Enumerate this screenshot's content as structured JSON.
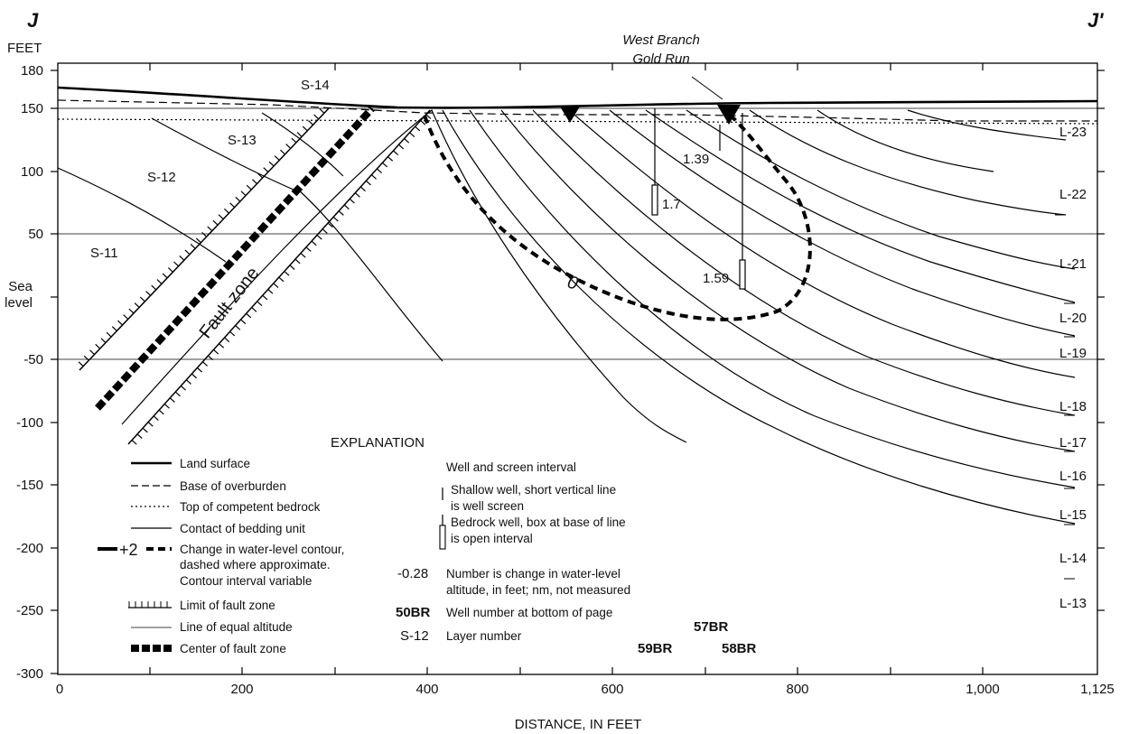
{
  "section": {
    "left_label": "J",
    "right_label": "J'"
  },
  "yaxis": {
    "unit": "FEET",
    "ticks": [
      "180",
      "150",
      "100",
      "50",
      "Sea",
      "level",
      "-50",
      "-100",
      "-150",
      "-200",
      "-250",
      "-300"
    ]
  },
  "xaxis": {
    "title": "DISTANCE, IN FEET",
    "ticks": [
      "0",
      "200",
      "400",
      "600",
      "800",
      "1,000",
      "1,125"
    ]
  },
  "stream": {
    "line1": "West Branch",
    "line2": "Gold Run"
  },
  "fault_zone_label": "Fault zone",
  "layers_s": [
    "S-14",
    "S-13",
    "S-12",
    "S-11"
  ],
  "layers_l": [
    "L-23",
    "L-22",
    "L-21",
    "L-20",
    "L-19",
    "L-18",
    "L-17",
    "L-16",
    "L-15",
    "L-14",
    "L-13"
  ],
  "water_level_changes": [
    "1.39",
    "1.7",
    "1.59"
  ],
  "contour_value": "0",
  "wells": [
    "57BR",
    "59BR",
    "58BR"
  ],
  "explanation": {
    "title": "EXPLANATION",
    "land_surface": "Land surface",
    "base_overburden": "Base of overburden",
    "top_bedrock": "Top of competent bedrock",
    "contact": "Contact of bedding unit",
    "contour_sample": "+2",
    "contour_l1": "Change in water-level contour,",
    "contour_l2": "dashed where approximate.",
    "contour_l3": "Contour interval variable",
    "limit_fault": "Limit of fault zone",
    "equal_alt": "Line of equal altitude",
    "center_fault": "Center of fault zone",
    "well_heading": "Well and screen interval",
    "shallow_l1": "Shallow well, short vertical line",
    "shallow_l2": "is well screen",
    "bedrock_l1": "Bedrock well, box at base of line",
    "bedrock_l2": "is open interval",
    "num_sample": "-0.28",
    "num_l1": "Number is change in water-level",
    "num_l2": "altitude, in feet; nm, not measured",
    "wellnum_sample": "50BR",
    "wellnum_desc": "Well number at bottom of page",
    "layer_sample": "S-12",
    "layer_desc": "Layer number"
  }
}
